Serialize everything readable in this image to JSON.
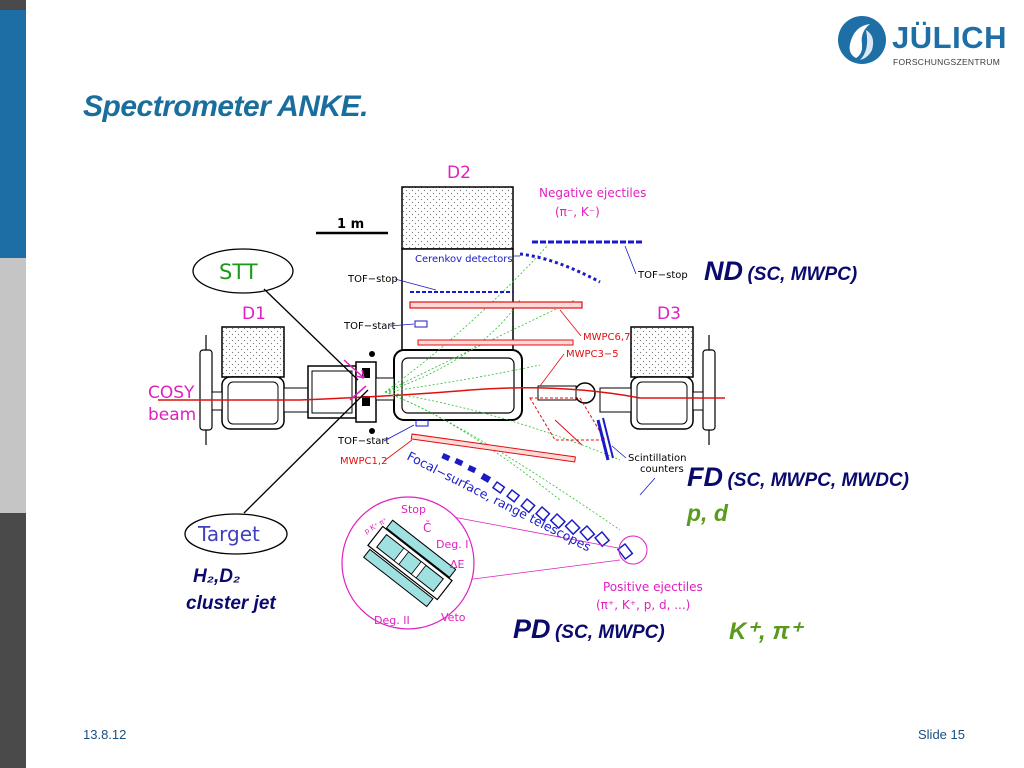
{
  "slide": {
    "title": "Spectrometer ANKE.",
    "date": "13.8.12",
    "slide_number": "Slide 15"
  },
  "logo": {
    "name": "JÜLICH",
    "subtitle": "FORSCHUNGSZENTRUM"
  },
  "diagram": {
    "scale_label": "1 m",
    "magnets": {
      "d1": "D1",
      "d2": "D2",
      "d3": "D3"
    },
    "beam": {
      "line1": "COSY",
      "line2": "beam"
    },
    "stt_label": "STT",
    "target_label": "Target",
    "negative_ejectiles": {
      "line1": "Negative ejectiles",
      "line2": "(π⁻, K⁻)"
    },
    "positive_ejectiles": {
      "line1": "Positive ejectiles",
      "line2": "(π⁺, K⁺, p, d, ...)"
    },
    "cerenkov": "Cerenkov detectors",
    "tof_stop_left": "TOF−stop",
    "tof_stop_right": "TOF−stop",
    "tof_start_top": "TOF−start",
    "tof_start_bottom": "TOF−start",
    "mwpc67": "MWPC6,7",
    "mwpc35": "MWPC3−5",
    "mwpc12": "MWPC1,2",
    "scint": {
      "line1": "Scintillation",
      "line2": "counters"
    },
    "focal_surface": "Focal−surface, range telescopes",
    "inset": {
      "stop": "Stop",
      "cherenkov": "Č",
      "deg1": "Deg. I",
      "delta_e": "ΔE",
      "deg2": "Deg. II",
      "veto": "Veto",
      "particles": "p K⁺ π⁺"
    }
  },
  "annotations": {
    "nd": {
      "label": "ND",
      "detail": "(SC, MWPC)"
    },
    "fd": {
      "label": "FD",
      "detail": "(SC, MWPC, MWDC)",
      "particles": "p, d"
    },
    "pd": {
      "label": "PD",
      "detail": "(SC, MWPC)",
      "particles": "K⁺, π⁺"
    },
    "target_gas": {
      "line1": "H₂,D₂",
      "line2": "cluster jet"
    }
  },
  "colors": {
    "accent": "#1a6e9e",
    "sidebar_dark": "#4a4a4a",
    "sidebar_blue": "#1e6ea6",
    "sidebar_gray": "#c5c5c5",
    "magenta": "#e020c0",
    "blue_label": "#1a1ac8",
    "red_label": "#e01010",
    "green_text": "#5a9a1e"
  }
}
